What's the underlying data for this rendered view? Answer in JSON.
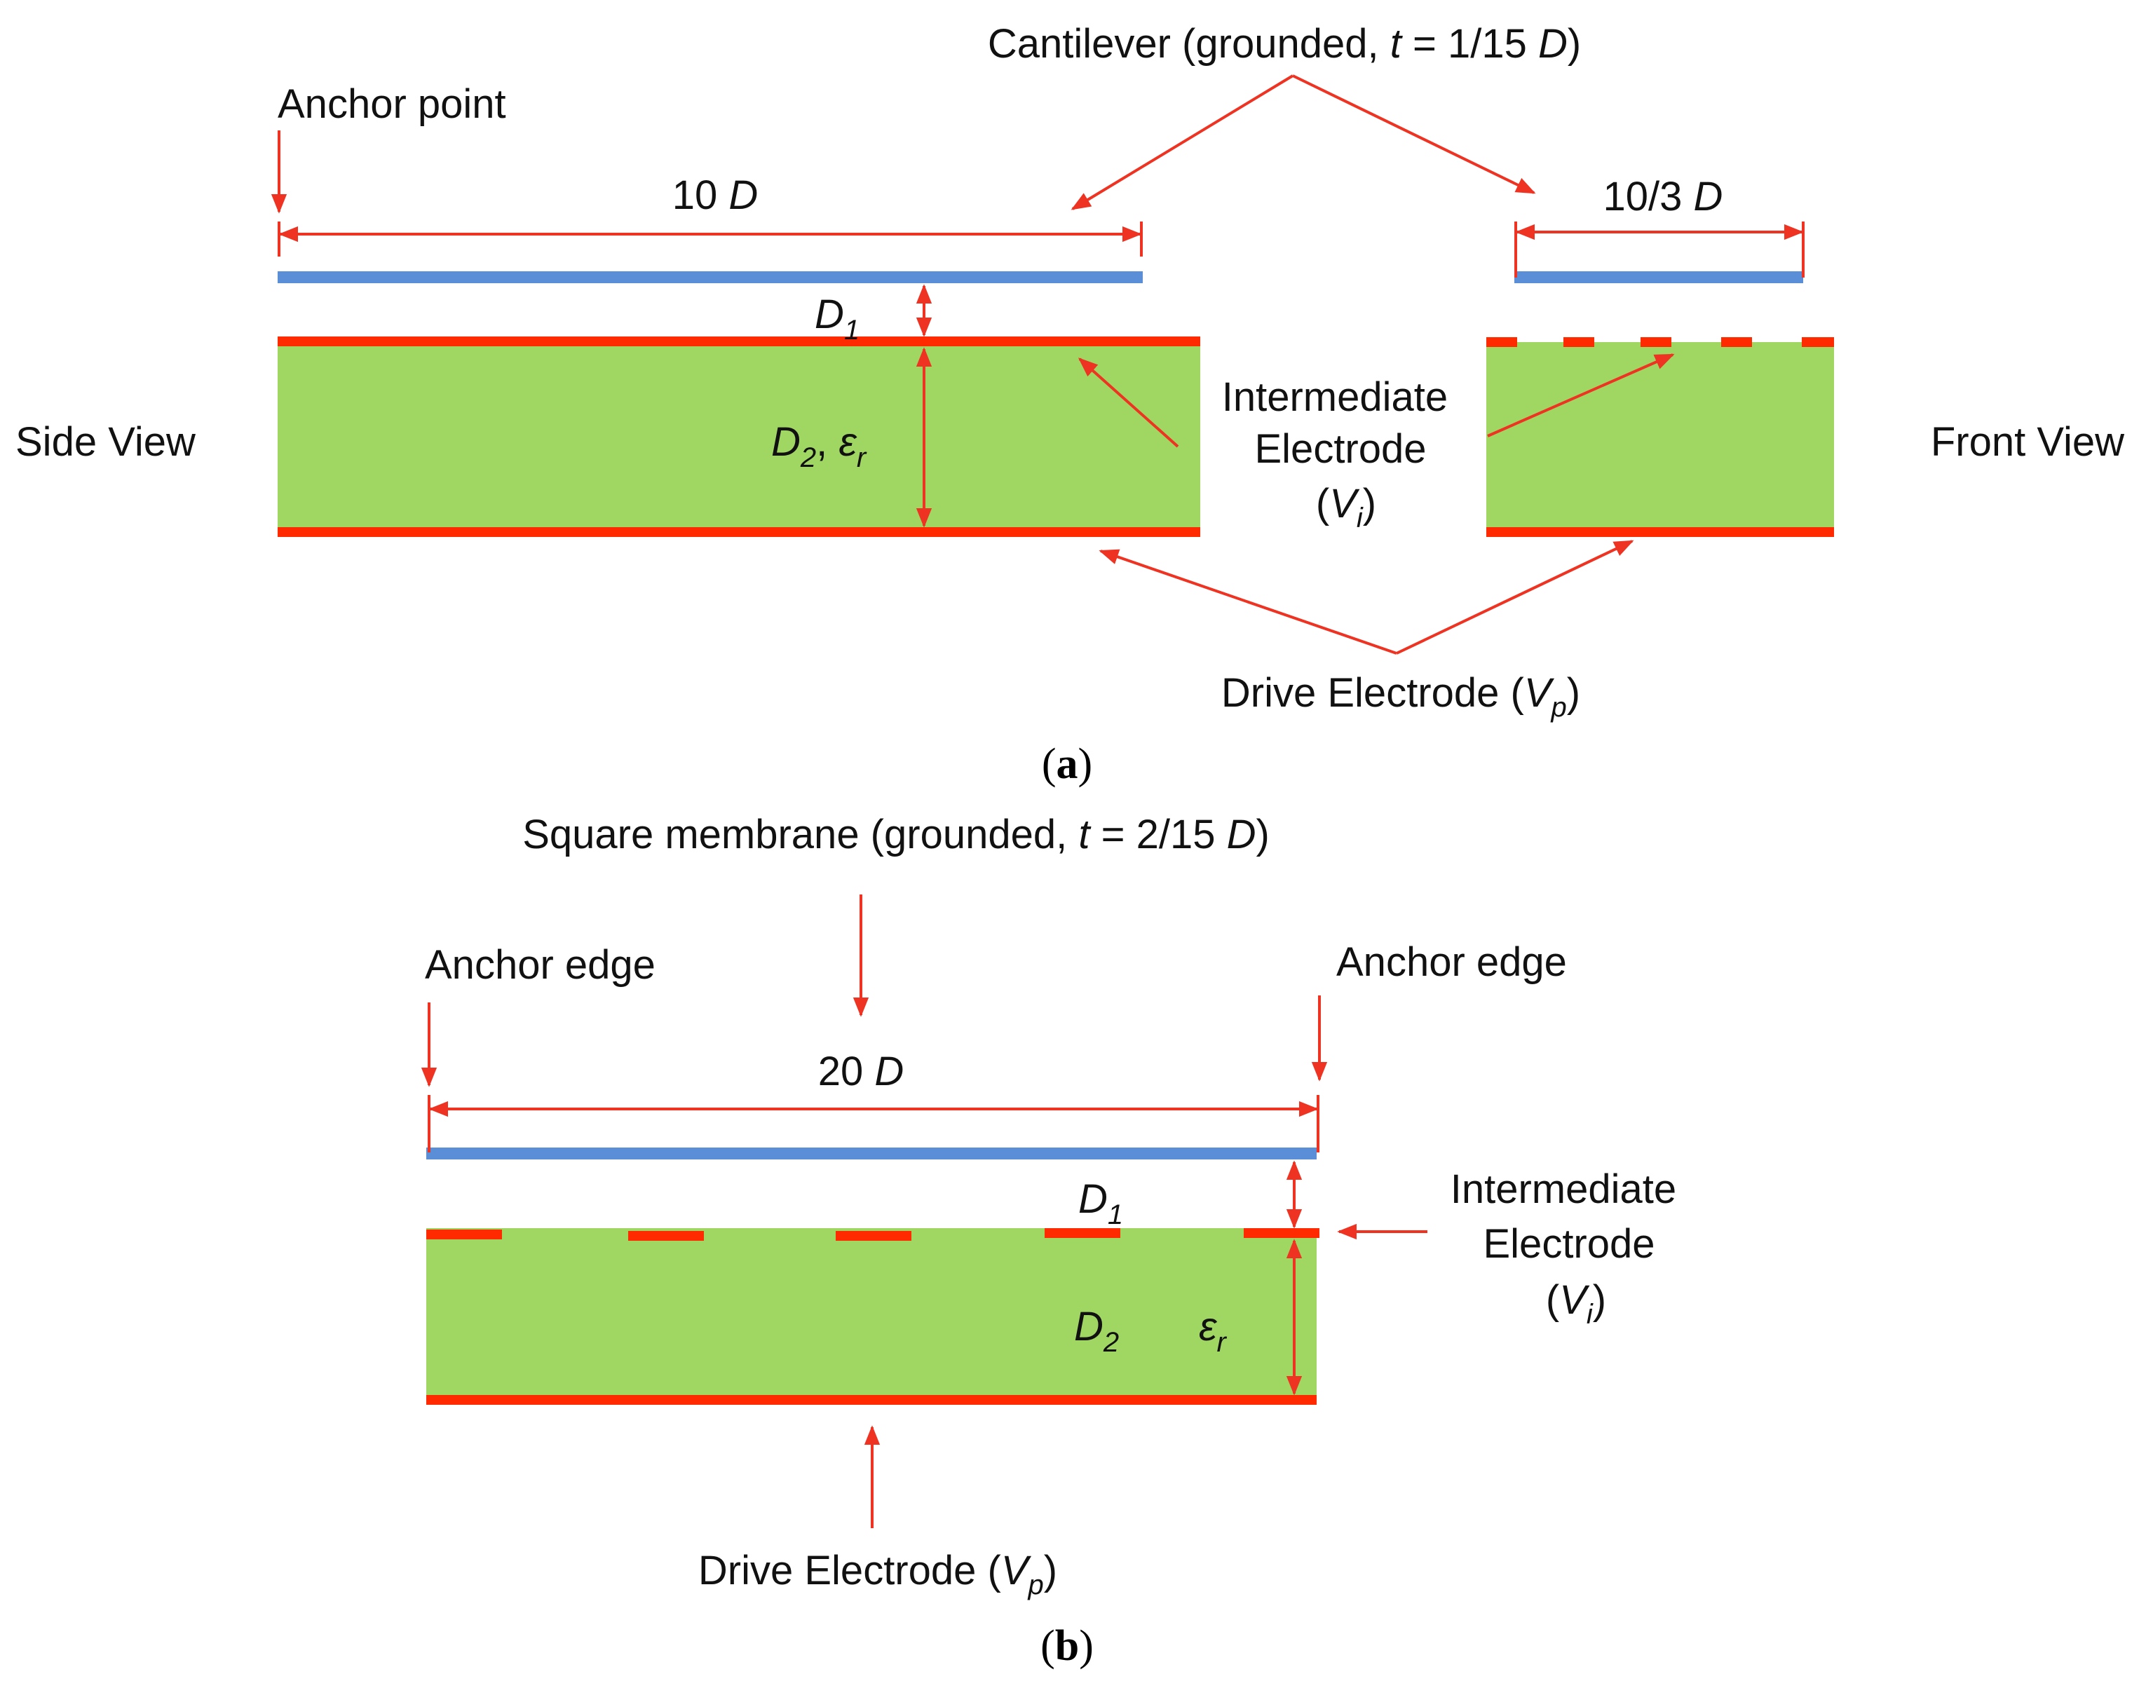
{
  "colors": {
    "dielectric": "#a0d662",
    "electrode": "#ff2a00",
    "beam": "#5a8ed6",
    "arrow": "#ee3322"
  },
  "panel_a": {
    "cantilever_prefix": "Cantilever (grounded, ",
    "cantilever_t": "t",
    "cantilever_eq": " = 1/15 ",
    "cantilever_D": "D",
    "cantilever_close": ")",
    "anchor_point": "Anchor point",
    "len_side_num": "10 ",
    "len_side_D": "D",
    "len_front_num": "10/3 ",
    "len_front_D": "D",
    "d1_D": "D",
    "d1_sub": "1",
    "d2_D": "D",
    "d2_sub": "2",
    "d2_sep": ", ",
    "eps": "ε",
    "eps_sub": "r",
    "side_view": "Side View",
    "front_view": "Front View",
    "intermediate_line1": "Intermediate",
    "intermediate_line2": "Electrode",
    "vi_open": "(",
    "vi_V": "V",
    "vi_sub": "i",
    "vi_close": ")",
    "drive_prefix": "Drive Electrode (",
    "drive_V": "V",
    "drive_sub": "p",
    "drive_close": ")",
    "caption_open": "(",
    "caption_letter": "a",
    "caption_close": ")"
  },
  "panel_b": {
    "membrane_prefix": "Square membrane (grounded, ",
    "membrane_t": "t",
    "membrane_eq": " = 2/15 ",
    "membrane_D": "D",
    "membrane_close": ")",
    "anchor_left": "Anchor edge",
    "anchor_right": "Anchor edge",
    "len_num": "20 ",
    "len_D": "D",
    "d1_D": "D",
    "d1_sub": "1",
    "d2_D": "D",
    "d2_sub": "2",
    "eps": "ε",
    "eps_sub": "r",
    "intermediate_line1": "Intermediate",
    "intermediate_line2": "Electrode",
    "vi_open": "(",
    "vi_V": "V",
    "vi_sub": "i",
    "vi_close": ")",
    "drive_prefix": "Drive Electrode (",
    "drive_V": "V",
    "drive_sub": "p",
    "drive_close": ")",
    "caption_open": "(",
    "caption_letter": "b",
    "caption_close": ")"
  }
}
